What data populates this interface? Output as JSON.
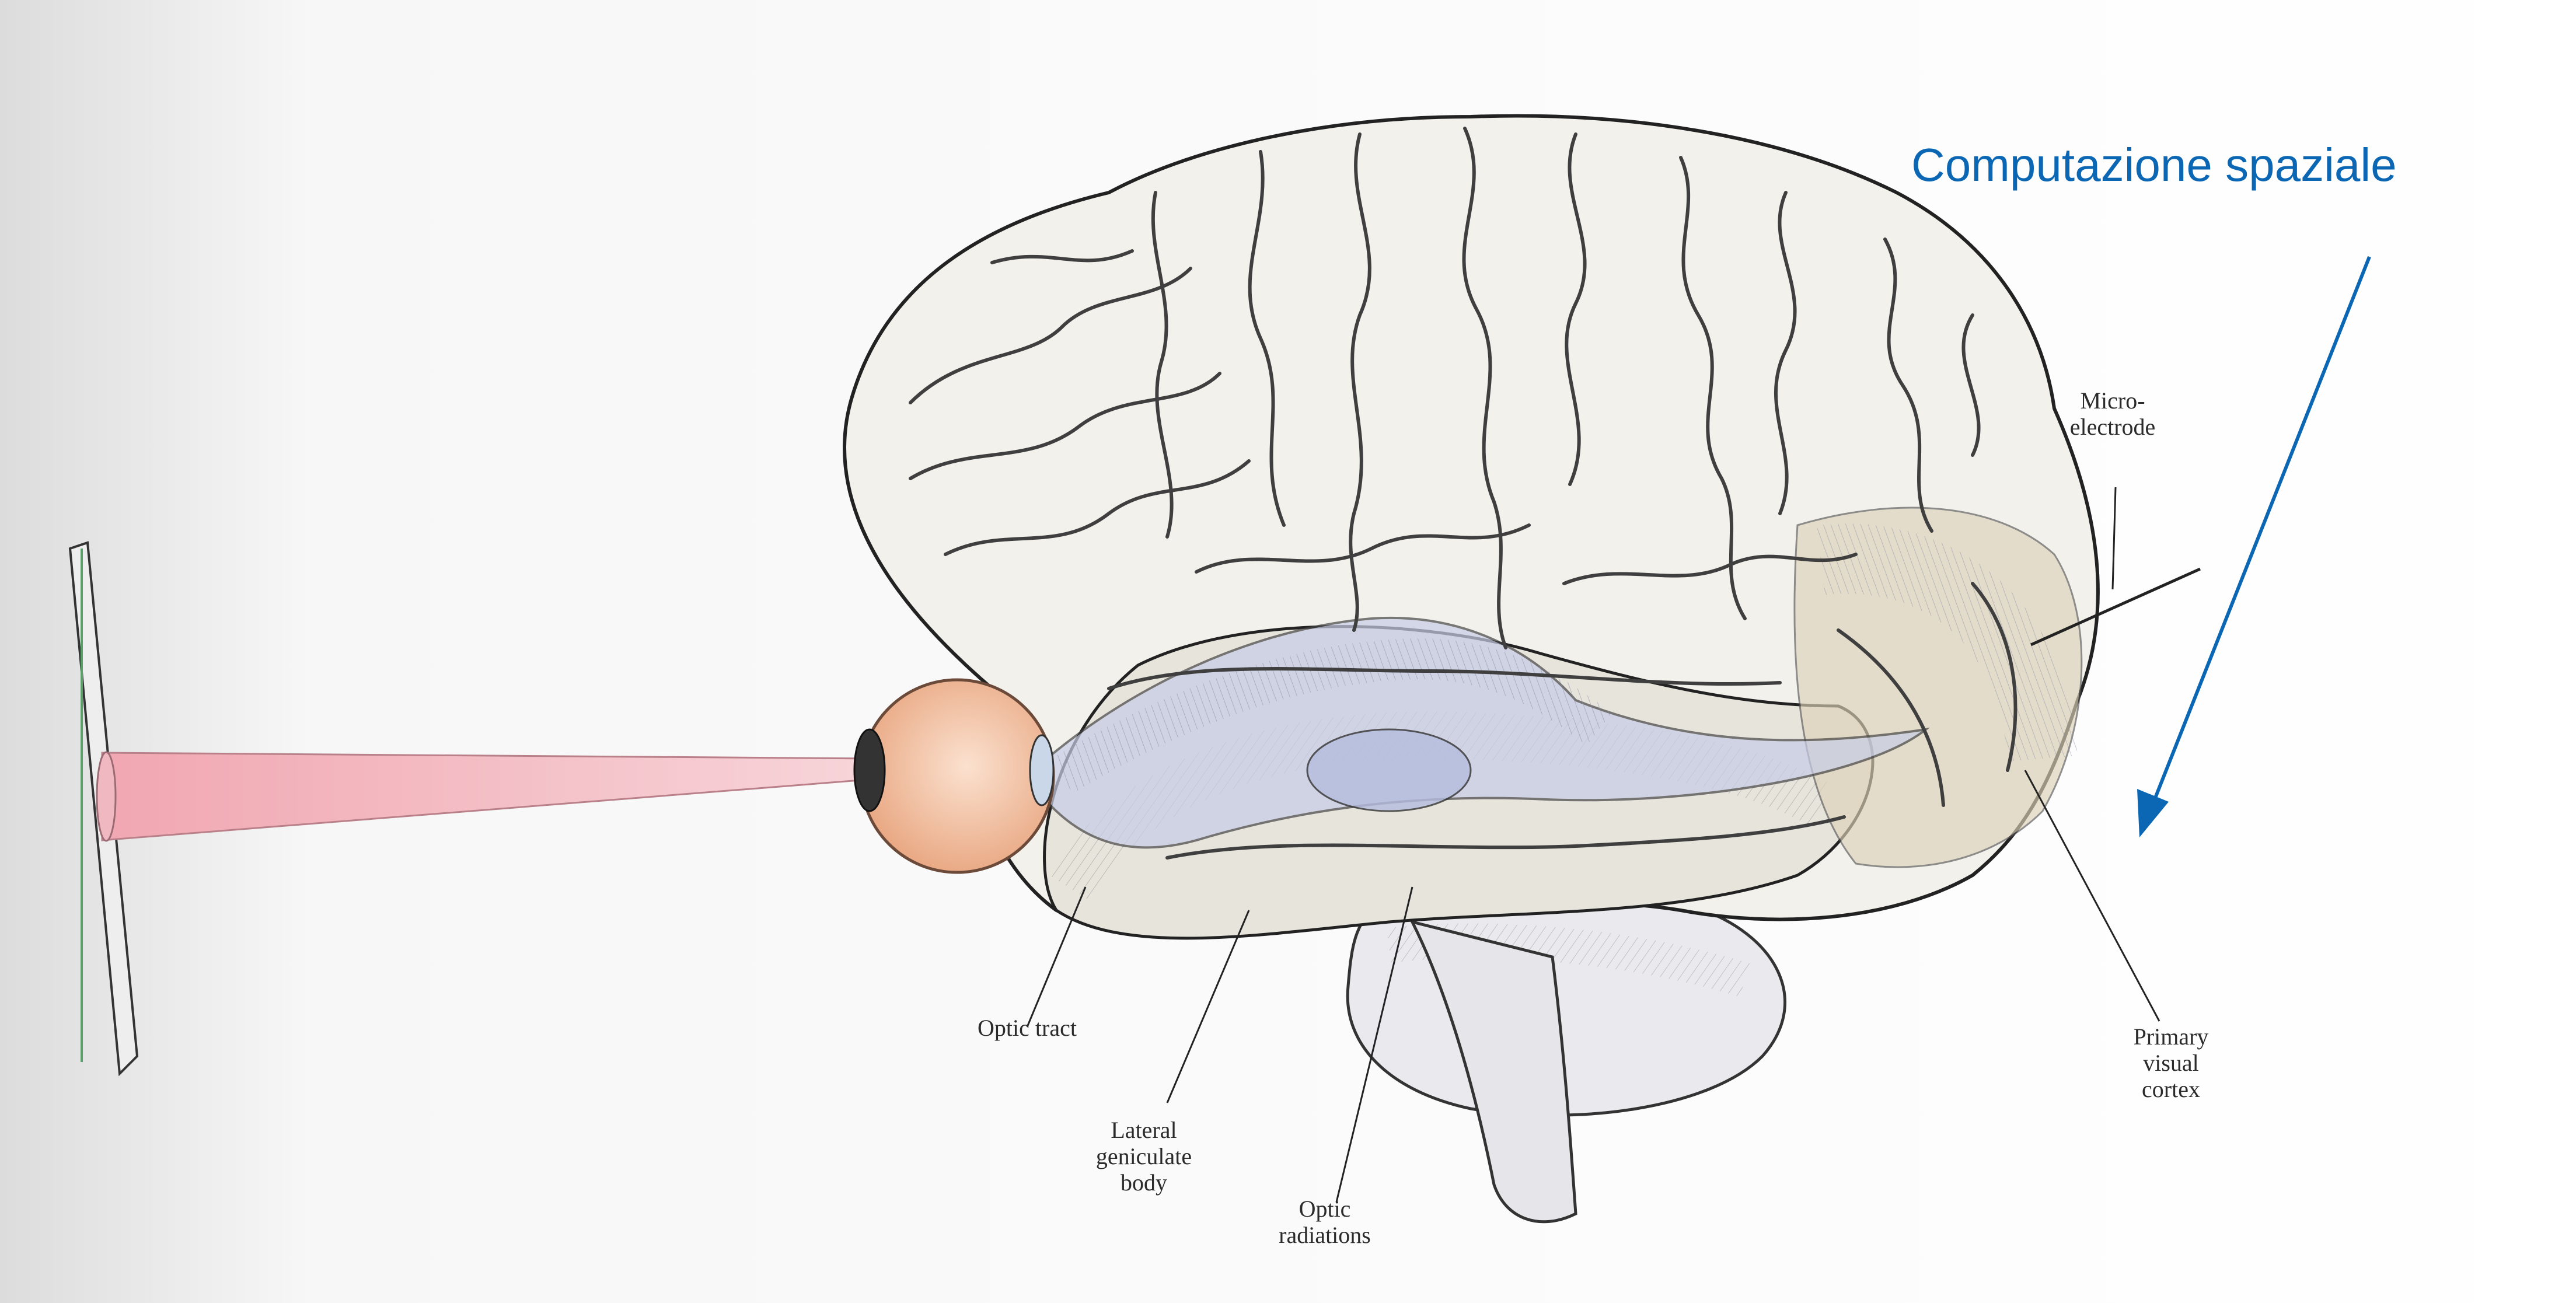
{
  "caption": {
    "text": "Computazione spaziale",
    "color": "#0b67b3"
  },
  "labels": {
    "microelectrode": [
      "Micro-",
      "electrode"
    ],
    "optic_tract": "Optic tract",
    "lateral_geniculate": [
      "Lateral",
      "geniculate",
      "body"
    ],
    "optic_radiations": [
      "Optic",
      "radiations"
    ],
    "primary_visual_cortex": [
      "Primary",
      "visual",
      "cortex"
    ]
  },
  "colors": {
    "brain_fill": "#f2efe9",
    "sulcus_line": "#4a4a4a",
    "eye_fill": "#f3c7a6",
    "beam_fill": "#f4b8c0",
    "visual_path": "#bfc7e0",
    "cortex_tint": "#ddd2b8"
  }
}
